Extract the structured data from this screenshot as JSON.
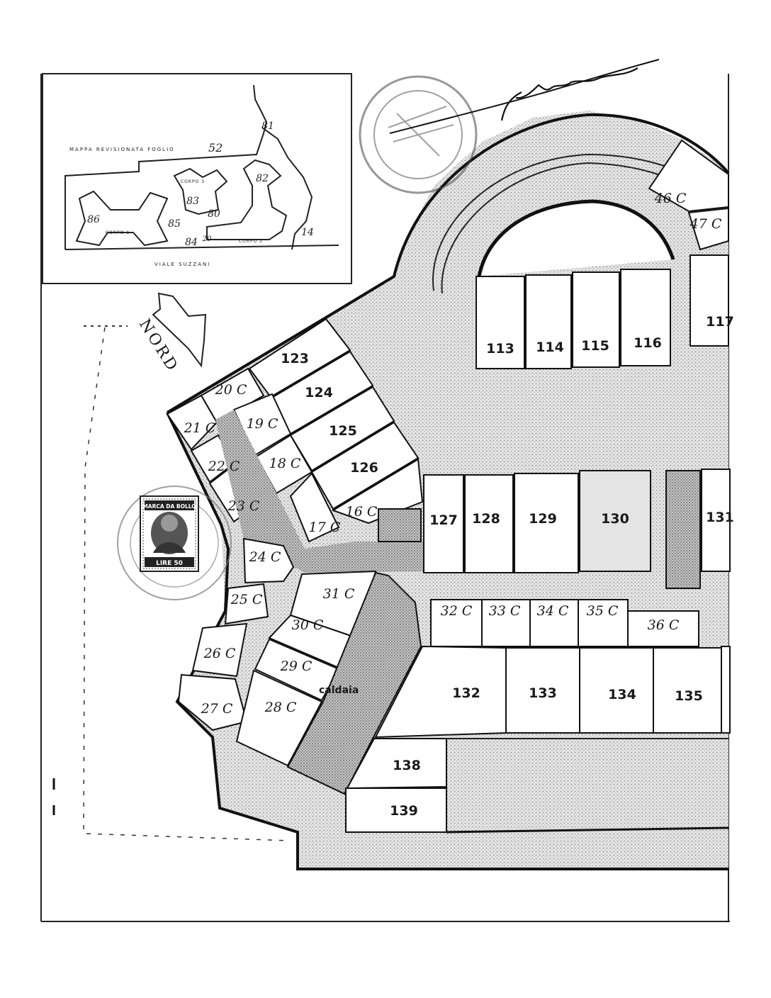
{
  "inset_map": {
    "title": "MAPPA  REVISIONATA  FOGLIO",
    "sheet_number": "52",
    "street": "VIALE  SUZZANI",
    "parcels": [
      "81",
      "82",
      "83",
      "86",
      "85",
      "80",
      "84",
      "14"
    ],
    "parcel_suffix_84": "20",
    "corpo_labels": [
      "CORPO 1",
      "CORPO 2",
      "CORPO 3"
    ]
  },
  "north_arrow": {
    "label": "NORD"
  },
  "stamp": {
    "line1": "MARCA DA BOLLO",
    "value": "LIRE 50"
  },
  "rooms_bold": [
    "113",
    "114",
    "115",
    "116",
    "117",
    "123",
    "124",
    "125",
    "126",
    "127",
    "128",
    "129",
    "130",
    "131",
    "132",
    "133",
    "134",
    "135",
    "138",
    "139"
  ],
  "rooms_cellar": [
    "16 C",
    "17 C",
    "18 C",
    "19 C",
    "20 C",
    "21 C",
    "22 C",
    "23 C",
    "24 C",
    "25 C",
    "26 C",
    "27 C",
    "28 C",
    "29 C",
    "30 C",
    "31 C",
    "32 C",
    "33 C",
    "34 C",
    "35 C",
    "36 C",
    "46 C",
    "47 C"
  ],
  "caldaia": "caldaia"
}
